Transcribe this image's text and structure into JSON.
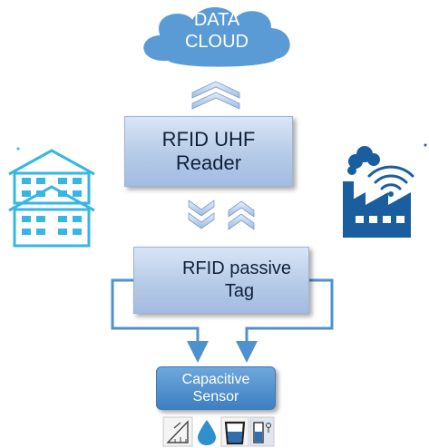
{
  "cloud": {
    "line1": "DATA",
    "line2": "CLOUD",
    "color": "#5a9bd5"
  },
  "reader": {
    "line1": "RFID UHF",
    "line2": "Reader"
  },
  "tag": {
    "line1": "RFID passive",
    "line2": "Tag"
  },
  "sensor": {
    "line1": "Capacitive",
    "line2": "Sensor"
  },
  "colors": {
    "accent": "#5a9bd5",
    "chevron": "#8fb0d8",
    "connector": "#4f91cf",
    "building": "#37b6e4",
    "factory": "#1b5ea0"
  },
  "icons": [
    "building-icon",
    "factory-wifi-icon",
    "chip-icon",
    "ruler-icon",
    "water-drop-icon",
    "beaker-icon",
    "level-gauge-icon"
  ]
}
